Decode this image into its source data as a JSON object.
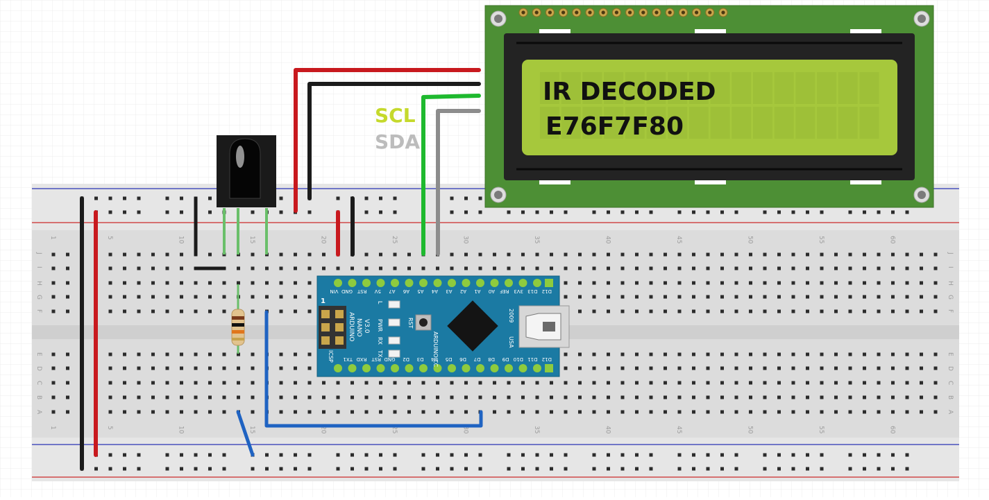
{
  "lcd": {
    "line1": "IR DECODED",
    "line2": "E76F7F80"
  },
  "bus_labels": {
    "scl": "SCL",
    "sda": "SDA"
  },
  "breadboard": {
    "column_numbers": [
      "1",
      "5",
      "10",
      "15",
      "20",
      "25",
      "30",
      "35",
      "40",
      "45",
      "50",
      "55",
      "60"
    ],
    "row_letters_top": [
      "J",
      "I",
      "H",
      "G",
      "F"
    ],
    "row_letters_bottom": [
      "E",
      "D",
      "C",
      "B",
      "A"
    ]
  },
  "arduino": {
    "board_text": [
      "ARDUINO",
      "NANO",
      "V3.0"
    ],
    "cc_text": "ARDUINO.CC",
    "year_text": "2009",
    "usa_text": "USA",
    "icsp_text": "ICSP",
    "one_text": "1",
    "rst_text": "RST",
    "led_labels": [
      "L",
      "PWR",
      "RX",
      "TX"
    ],
    "top_pins": [
      "D12",
      "D13",
      "3V3",
      "REF",
      "A0",
      "A1",
      "A2",
      "A3",
      "A4",
      "A5",
      "A6",
      "A7",
      "5V",
      "RST",
      "GND",
      "VIN"
    ],
    "bottom_pins": [
      "D12",
      "D11",
      "D10",
      "D9",
      "D8",
      "D7",
      "D6",
      "D5",
      "D4",
      "D3",
      "D2",
      "GND",
      "RST",
      "RXD",
      "TX1"
    ]
  },
  "colors": {
    "wire_red": "#c8191e",
    "wire_black": "#1b1b1b",
    "wire_green": "#1eb92e",
    "wire_gray": "#8c8c8c",
    "wire_blue": "#1f63c2",
    "lcd_board": "#4d8f35",
    "lcd_screen": "#a6c83c",
    "nano_board": "#1b7aa3",
    "scl_label": "#c5d92c",
    "sda_label": "#bcbcbc"
  }
}
